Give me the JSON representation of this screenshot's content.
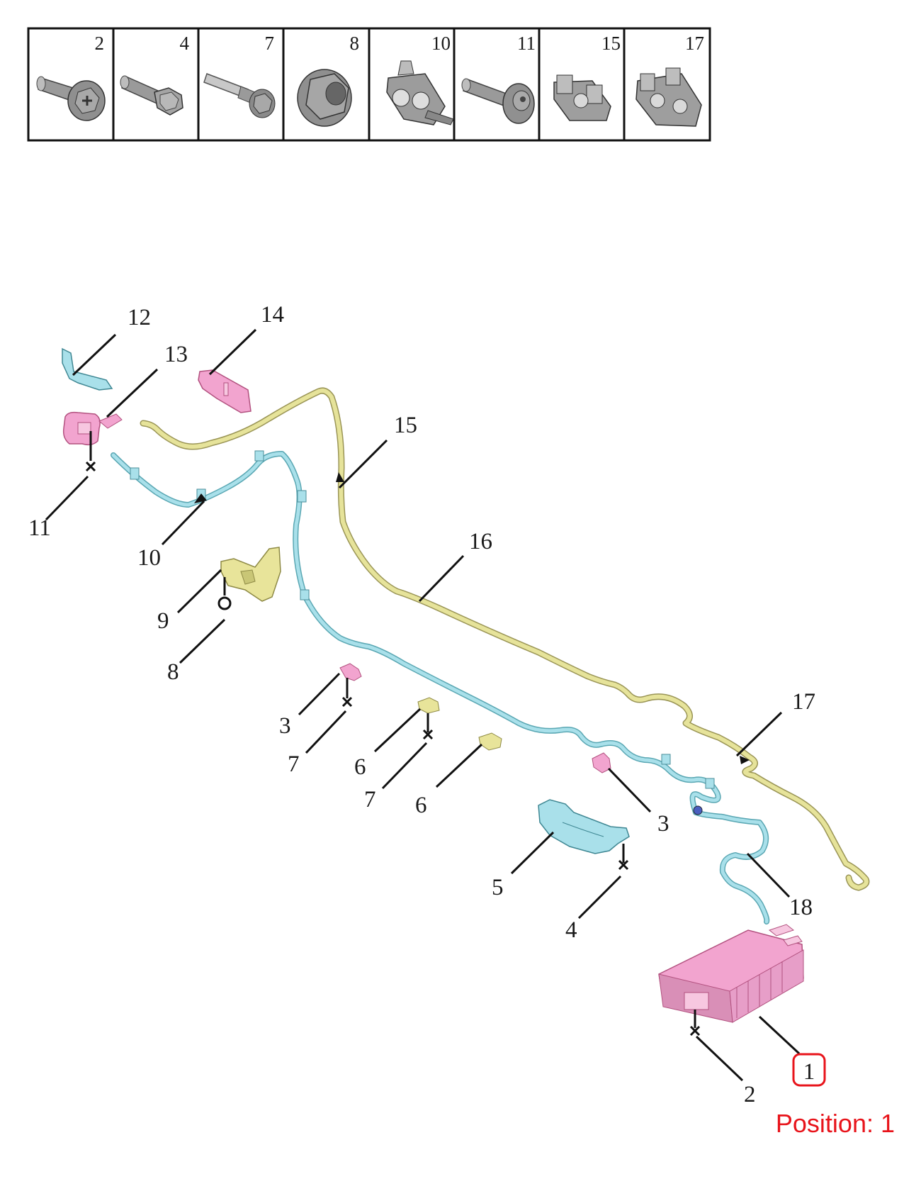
{
  "parts_table": {
    "cells": [
      {
        "number": "2",
        "icon": "flange-bolt-icon"
      },
      {
        "number": "4",
        "icon": "hex-bolt-icon"
      },
      {
        "number": "7",
        "icon": "long-bolt-icon"
      },
      {
        "number": "8",
        "icon": "flange-nut-icon"
      },
      {
        "number": "10",
        "icon": "pipe-clip-icon"
      },
      {
        "number": "11",
        "icon": "torx-bolt-icon"
      },
      {
        "number": "15",
        "icon": "double-clip-icon"
      },
      {
        "number": "17",
        "icon": "triple-clip-icon"
      }
    ]
  },
  "callouts": {
    "c1": "1",
    "c2": "2",
    "c3a": "3",
    "c3b": "3",
    "c4": "4",
    "c5": "5",
    "c6a": "6",
    "c6b": "6",
    "c7a": "7",
    "c7b": "7",
    "c8": "8",
    "c9": "9",
    "c10": "10",
    "c11": "11",
    "c12": "12",
    "c13": "13",
    "c14": "14",
    "c15": "15",
    "c16": "16",
    "c17": "17",
    "c18": "18"
  },
  "position_label": "Position: 1",
  "colors": {
    "line_yellow": "#e6e39a",
    "line_cyan": "#9fdbe2",
    "part_pink": "#f2a4cf",
    "part_cyan": "#a9e0ea",
    "part_yellow": "#e8e49a",
    "highlight_red": "#e8141b"
  }
}
